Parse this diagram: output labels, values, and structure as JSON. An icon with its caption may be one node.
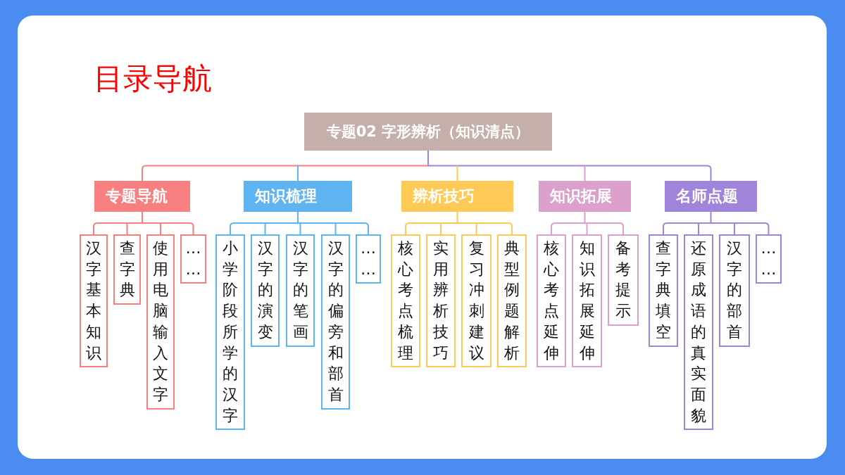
{
  "diagram": {
    "title": "目录导航",
    "nodes": [
      {
        "text": [
          "专题02 字形辨析（知识清点）"
        ]
      },
      {
        "text": [
          "专题导航"
        ]
      },
      {
        "text": [
          "知识梳理"
        ]
      },
      {
        "text": [
          "辨析技巧"
        ]
      },
      {
        "text": [
          "知识拓展"
        ]
      },
      {
        "text": [
          "名师点题"
        ]
      },
      {
        "text": [
          "汉字基本知识"
        ]
      },
      {
        "text": [
          "查字典"
        ]
      },
      {
        "text": [
          "使用电脑输入文字"
        ]
      },
      {
        "text": [
          "……"
        ]
      },
      {
        "text": [
          "小学阶段所学的汉字"
        ]
      },
      {
        "text": [
          "汉字的演变"
        ]
      },
      {
        "text": [
          "汉字的笔画"
        ]
      },
      {
        "text": [
          "汉字的偏旁和部首"
        ]
      },
      {
        "text": [
          "……"
        ]
      },
      {
        "text": [
          "核心考点梳理"
        ]
      },
      {
        "text": [
          "实用辨析技巧"
        ]
      },
      {
        "text": [
          "复习冲刺建议"
        ]
      },
      {
        "text": [
          "典型例题解析"
        ]
      },
      {
        "text": [
          "核心考点延伸"
        ]
      },
      {
        "text": [
          "知识拓展延伸"
        ]
      },
      {
        "text": [
          "备考提示"
        ]
      },
      {
        "text": [
          "查字典填空"
        ]
      },
      {
        "text": [
          "还原成语的真实面貌"
        ]
      },
      {
        "text": [
          "汉字的部首"
        ]
      },
      {
        "text": [
          "……"
        ]
      }
    ],
    "edges": [
      {
        "from": 0,
        "to": 1,
        "arrow": "none",
        "color": "#f77f7f"
      },
      {
        "from": 0,
        "to": 2,
        "arrow": "none",
        "color": "#f77f7f"
      },
      {
        "from": 0,
        "to": 3,
        "arrow": "none",
        "color": "#a084dc"
      },
      {
        "from": 0,
        "to": 4,
        "arrow": "none",
        "color": "#a084dc"
      },
      {
        "from": 0,
        "to": 5,
        "arrow": "none",
        "color": "#a084dc"
      },
      {
        "from": 1,
        "to": 6,
        "arrow": "none",
        "color": "#f77f7f"
      },
      {
        "from": 1,
        "to": 7,
        "arrow": "none",
        "color": "#f77f7f"
      },
      {
        "from": 1,
        "to": 8,
        "arrow": "none",
        "color": "#f77f7f"
      },
      {
        "from": 1,
        "to": 9,
        "arrow": "none",
        "color": "#f77f7f"
      },
      {
        "from": 2,
        "to": 10,
        "arrow": "none",
        "color": "#5db4f0"
      },
      {
        "from": 2,
        "to": 11,
        "arrow": "none",
        "color": "#5db4f0"
      },
      {
        "from": 2,
        "to": 12,
        "arrow": "none",
        "color": "#5db4f0"
      },
      {
        "from": 2,
        "to": 13,
        "arrow": "none",
        "color": "#5db4f0"
      },
      {
        "from": 2,
        "to": 14,
        "arrow": "none",
        "color": "#5db4f0"
      },
      {
        "from": 3,
        "to": 15,
        "arrow": "none",
        "color": "#fec955"
      },
      {
        "from": 3,
        "to": 16,
        "arrow": "none",
        "color": "#fec955"
      },
      {
        "from": 3,
        "to": 17,
        "arrow": "none",
        "color": "#fec955"
      },
      {
        "from": 3,
        "to": 18,
        "arrow": "none",
        "color": "#fec955"
      },
      {
        "from": 4,
        "to": 19,
        "arrow": "none",
        "color": "#dba0cc"
      },
      {
        "from": 4,
        "to": 20,
        "arrow": "none",
        "color": "#dba0cc"
      },
      {
        "from": 4,
        "to": 21,
        "arrow": "none",
        "color": "#dba0cc"
      },
      {
        "from": 5,
        "to": 22,
        "arrow": "none",
        "color": "#a084dc"
      },
      {
        "from": 5,
        "to": 23,
        "arrow": "none",
        "color": "#a084dc"
      },
      {
        "from": 5,
        "to": 24,
        "arrow": "none",
        "color": "#a084dc"
      },
      {
        "from": 5,
        "to": 25,
        "arrow": "none",
        "color": "#a084dc"
      }
    ]
  }
}
